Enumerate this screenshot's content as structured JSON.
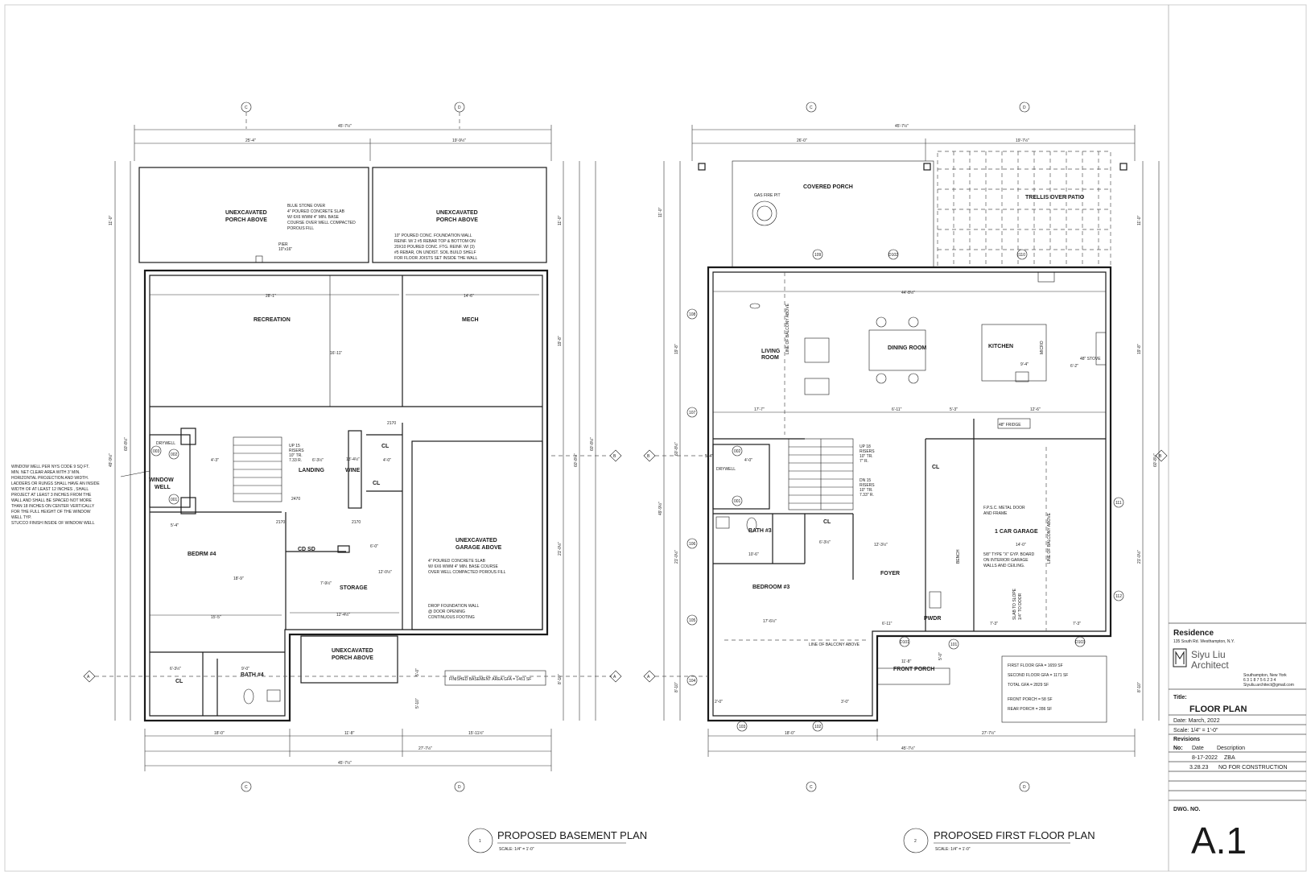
{
  "sheet": {
    "number": "A.1",
    "dwg_no_label": "DWG. NO."
  },
  "title_block": {
    "project": "Residence",
    "address": "135 South Rd. Westhampton, N.Y.",
    "firm_name": "Siyu Liu",
    "firm_sub": "Architect",
    "firm_city": "Southampton, New York",
    "firm_phone": "6 3 1 8 7 5 6 2 3 4",
    "firm_email": "Siyuliu.architect@gmail.com",
    "title_label": "Title:",
    "title": "FLOOR PLAN",
    "date": "Date:  March, 2022",
    "scale": "Scale:  1/4\" = 1'-0\"",
    "revisions_label": "Revisions",
    "rev_header": [
      "No:",
      "Date",
      "Description"
    ],
    "revisions": [
      {
        "date": "8-17-2022",
        "desc": "ZBA"
      },
      {
        "date": "3.28.23",
        "desc": "NO FOR CONSTRUCTION"
      }
    ]
  },
  "basement": {
    "caption_num": "1",
    "caption": "PROPOSED BASEMENT PLAN",
    "scale": "SCALE: 1/4\" = 1'-0\"",
    "rooms": {
      "porch1": "UNEXCAVATED",
      "porch1b": "PORCH ABOVE",
      "porch2": "UNEXCAVATED",
      "porch2b": "PORCH ABOVE",
      "recreation": "RECREATION",
      "mech": "MECH",
      "landing": "LANDING",
      "wine": "WINE",
      "cl1": "CL",
      "cl2": "CL",
      "cl3": "CL",
      "window": "WINDOW",
      "window_b": "WELL",
      "drywell": "DRYWELL",
      "bedrm": "BEDRM #4",
      "bath": "BATH #4",
      "storage": "STORAGE",
      "garage": "UNEXCAVATED",
      "garage_b": "GARAGE ABOVE",
      "porch3": "UNEXCAVATED",
      "porch3b": "PORCH ABOVE"
    },
    "notes": {
      "bluestone": [
        "BLUE STONE OVER",
        "4\" POURED CONCRETE SLAB",
        "W/ 6X6 WWM 4\" MIN. BASE",
        "COURSE OVER WELL COMPACTED",
        "POROUS FILL"
      ],
      "foundation": [
        "10\" POURED CONC. FOUNDATION WALL",
        "REINF. W/ 2 #5 REBAR TOP & BOTTOM ON",
        "20X10 POURED CONC. FTG. REINF. W/ (3)",
        "#5 REBAR, ON UNDIST. SOIL BUILD SHELF",
        "FOR FLOOR JOISTS SET INSIDE THE WALL"
      ],
      "pier": [
        "PIER",
        "10\"x16\""
      ],
      "garage": [
        "4\" POURED CONCRETE SLAB",
        "W/ 6X6 WWM 4\" MIN. BASE COURSE",
        "OVER WELL COMPACTED POROUS FILL"
      ],
      "drop": [
        "DROP FOUNDATION WALL",
        "@ DOOR OPENING",
        "CONTINUOUS FOOTING"
      ],
      "stair": [
        "UP 15",
        "RISERS",
        "10\" TR.",
        "7.33 R."
      ],
      "area": "FINISHED BASEMENT AREA GFA = 1461 SF",
      "window_well": [
        "WINDOW WELL PER NYS CODE 9 SQ FT.",
        "MIN. NET CLEAR AREA WITH 3' MIN.",
        "HORIZONTAL PROJECTION AND WIDTH.",
        "LADDERS OR RUNGS SHALL HAVE AN INSIDE",
        "WIDTH OF AT LEAST 12 INCHES , SHALL",
        "PROJECT AT LEAST 3 INCHES  FROM THE",
        "WALL AND SHALL BE SPACED NOT MORE",
        "THAN 18 INCHES ON CENTER VERTICALLY",
        "FOR THE FULL HEIGHT OF THE WINDOW",
        "WELL TYP.",
        "STUCCO FINISH INSIDE OF WINDOW WELL"
      ]
    },
    "dims": {
      "overall_top": "45'-7½\"",
      "top_a": "25'-4\"",
      "top_b": "19'-9½\"",
      "rec_w": "28'-1\"",
      "mech_w": "14'-6\"",
      "bed_w": "15'-5\"",
      "stor_w": "12'-4½\"",
      "bot_a": "18'-0\"",
      "bot_b": "11'-8\"",
      "bot_c": "15'-11½\"",
      "bot_d": "27'-7½\"",
      "overall_bot": "45'-7½\"",
      "left_h": "49'-9½\"",
      "left_top": "11'-0\"",
      "right_h": "60'-8½\"",
      "right_a": "19'-8\"",
      "right_b": "21'-0½\"",
      "right_c": "8'-10\"",
      "left2": "60'-8½\"",
      "d1": "4'-3\"",
      "d2": "5'-4\"",
      "d3": "6'-3½\"",
      "d4": "4'-0\"",
      "d5": "6'-0\"",
      "d6": "6'-3½\"",
      "d7": "9'-0\"",
      "d8": "16'-11\"",
      "d9": "18'-9\"",
      "d10": "13'-4½\"",
      "d11": "12'-0½\"",
      "d12": "7'-9½\"",
      "d13": "5'-0\"",
      "d14": "5'-10\"",
      "door1": "2170",
      "door2": "2170",
      "door3": "2470",
      "door4": "2170",
      "door5": "2470"
    },
    "tags": {
      "w003": "003",
      "w002": "002",
      "w001": "001"
    }
  },
  "first_floor": {
    "caption_num": "2",
    "caption": "PROPOSED FIRST FLOOR PLAN",
    "scale": "SCALE: 1/4\" = 1'-0\"",
    "rooms": {
      "covered_porch": "COVERED PORCH",
      "trellis": "TRELLIS OVER PATIO",
      "fire": "GAS FIRE PIT",
      "living": "LIVING",
      "living_b": "ROOM",
      "dining": "DINING  ROOM",
      "kitchen": "KITCHEN",
      "fridge": "48\" FRIDGE",
      "stove": "48\" STOVE",
      "micro": "MICRO",
      "drywell": "DRYWELL",
      "bath3": "BATH #3",
      "cl": "CL",
      "cl2": "CL",
      "bedroom3": "BEDROOM #3",
      "foyer": "FOYER",
      "garage": "1 CAR GARAGE",
      "bench": "BENCH",
      "pwdr": "PWDR",
      "front_porch": "FRONT PORCH",
      "balcony1": "LINE OF BALCONY ABOVE",
      "balcony2": "LINE OF BALCONY ABOVE",
      "balcony3": "LINE OF BALCONY ABOVE",
      "slab": [
        "SLAB TO SLOPE",
        "1/4\" TO DOOR"
      ]
    },
    "notes": {
      "fpsc": [
        "F.P.S.C. METAL DOOR",
        "AND FRAME"
      ],
      "gyp": [
        "5/8\" TYPE \"X\" GYP. BOARD",
        "ON INTERIOR GARAGE",
        "WALLS AND CEILING."
      ],
      "stair_up": [
        "UP 18",
        "RISERS",
        "10\" TR.",
        "7\" R."
      ],
      "stair_dn": [
        "DN 15",
        "RISERS",
        "10\" TR.",
        "7.33\" R."
      ]
    },
    "gfa": {
      "first": "FIRST FLOOR GFA = 1659 SF",
      "second": "SECOND FLOOR GFA = 1171 SF",
      "total": "TOTAL GFA = 2829 SF",
      "front": "FRONT PORCH = 58 SF",
      "rear": "REAR PORCH = 286 SF"
    },
    "dims": {
      "overall_top": "45'-7½\"",
      "top_a": "26'-0\"",
      "top_b": "19'-7½\"",
      "dining_w": "44'-8½\"",
      "d1": "17'-7\"",
      "d2": "6'-11\"",
      "d3": "5'-3\"",
      "d4": "12'-6\"",
      "d5": "5'-4\"",
      "d6": "4'-0\"",
      "d7": "10'-6\"",
      "d8": "6'-3½\"",
      "d9": "12'-3½\"",
      "d10": "14'-0\"",
      "d11": "17'-6½\"",
      "d12": "6'-11\"",
      "d13": "7'-3\"",
      "d14": "7'-3\"",
      "d15": "11'-8\"",
      "d16": "5'-0\"",
      "d17": "2'-0\"",
      "d18": "3'-0\"",
      "d19": "9'-4\"",
      "d20": "6'-2\"",
      "bot_a": "18'-0\"",
      "bot_b": "27'-7½\"",
      "overall_bot": "45'-7½\"",
      "left_h": "49'-9½\"",
      "left_a": "19'-8\"",
      "left_b": "21'-0½\"",
      "left_c": "8'-10\"",
      "left_top": "11'-0\"",
      "right_h": "60'-8½\"",
      "right_top": "11'-0\"",
      "right_a": "19'-8\"",
      "right_b": "21'-0½\"",
      "right_c": "8'-10\"",
      "left2": "60'-8½\""
    },
    "tags": {
      "t109": "109",
      "t110": "110",
      "d102": "D102",
      "t108": "108",
      "t107": "107",
      "t106": "106",
      "t105": "105",
      "t104": "104",
      "t103": "103",
      "t102": "102",
      "d101": "D101",
      "t101": "101",
      "d103": "D103",
      "t111": "111",
      "t112": "112",
      "t002": "002",
      "t001": "001"
    }
  },
  "grid": {
    "c": "C",
    "d": "D",
    "b": "B",
    "a": "A"
  }
}
